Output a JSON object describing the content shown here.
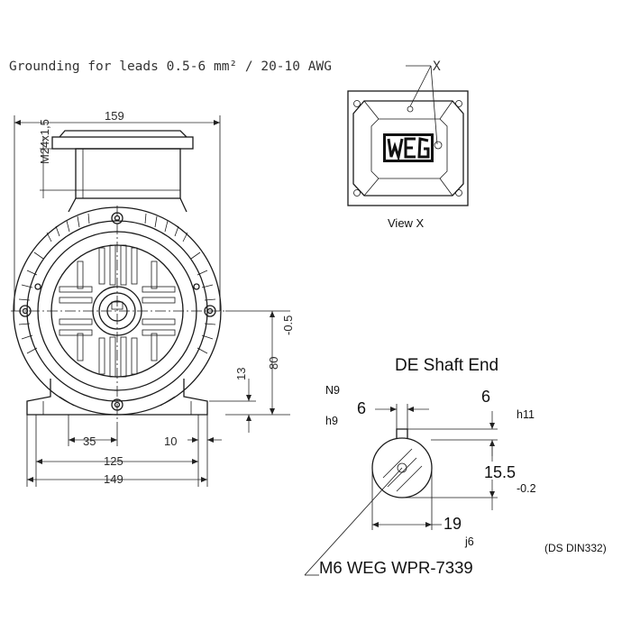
{
  "grounding_note": "Grounding for leads 0.5-6 mm² / 20-10 AWG",
  "front_view": {
    "dim_width": "159",
    "dim_thread": "M24x1,5",
    "dim_center_tol": "-0.5",
    "dim_height": "80",
    "dim_foot": "13",
    "dim_35": "35",
    "dim_10": "10",
    "dim_125": "125",
    "dim_149": "149"
  },
  "view_x": {
    "label": "View X",
    "logo": "WEG"
  },
  "shaft_end": {
    "title": "DE Shaft End",
    "n9": "N9",
    "h9": "h9",
    "key_width": "6",
    "key_height": "6",
    "h11": "h11",
    "depth": "15.5",
    "depth_tol": "-0.2",
    "diameter": "19",
    "j6": "j6",
    "standard": "(DS DIN332)",
    "thread_note": "M6 WEG WPR-7339"
  }
}
